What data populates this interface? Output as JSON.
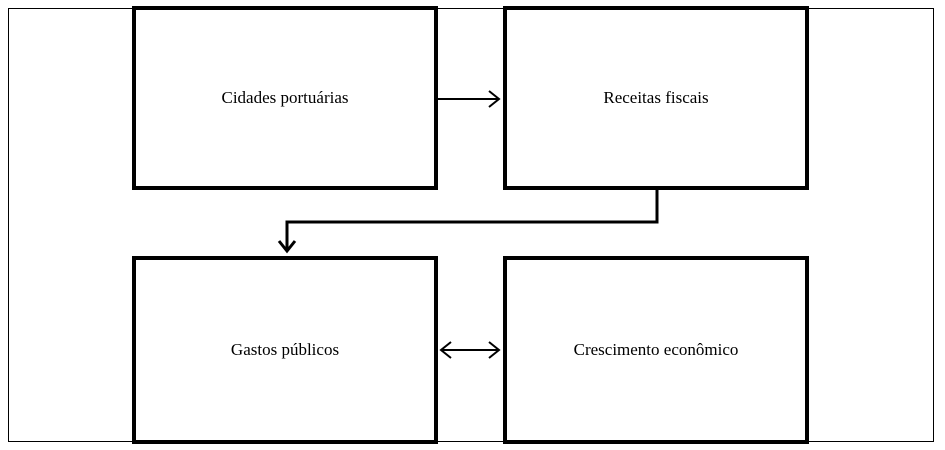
{
  "diagram": {
    "nodes": {
      "cidades": "Cidades portuárias",
      "receitas": "Receitas fiscais",
      "gastos": "Gastos públicos",
      "crescimento": "Crescimento econômico"
    },
    "edges": [
      {
        "from": "Cidades portuárias",
        "to": "Receitas fiscais",
        "direction": "forward"
      },
      {
        "from": "Receitas fiscais",
        "to": "Gastos públicos",
        "direction": "forward"
      },
      {
        "from": "Gastos públicos",
        "to": "Crescimento econômico",
        "direction": "bidirectional"
      }
    ]
  }
}
